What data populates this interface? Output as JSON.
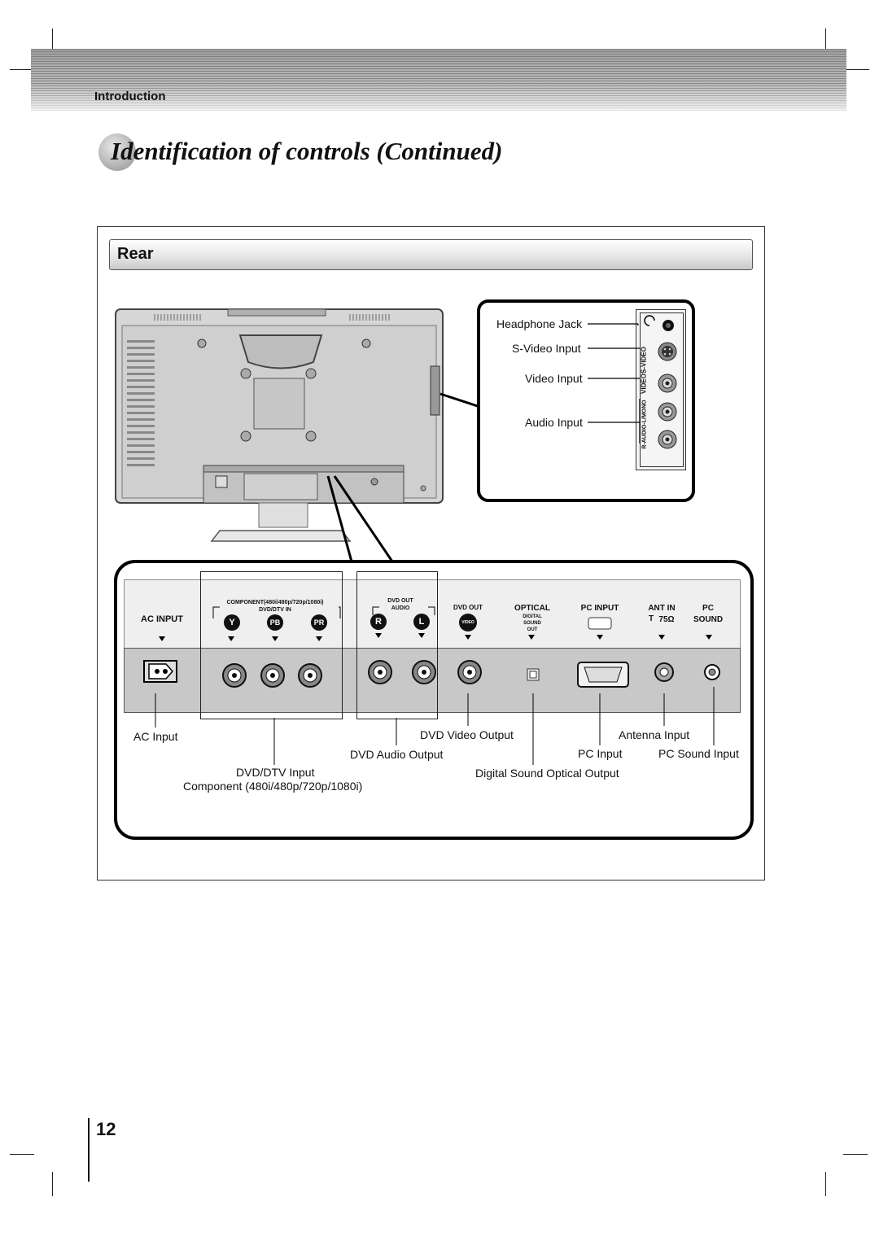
{
  "header": {
    "section": "Introduction"
  },
  "page": {
    "title": "Identification of controls (Continued)",
    "number": "12"
  },
  "section": {
    "label": "Rear"
  },
  "side_panel": {
    "callouts": [
      "Headphone Jack",
      "S-Video Input",
      "Video Input",
      "Audio Input"
    ],
    "jack_labels": {
      "s_video": "S-VIDEO",
      "video": "VIDEO",
      "audio": "R-AUDIO-L/MONO"
    }
  },
  "rear_panel": {
    "ac_input": "AC INPUT",
    "component": "COMPONENT(480i/480p/720p/1080i)",
    "dvd_dtv_in": "DVD/DTV IN",
    "comp_jacks": [
      "Y",
      "PB",
      "PR"
    ],
    "dvd_out_audio_top": "DVD OUT",
    "dvd_out_audio_sub": "AUDIO",
    "audio_jacks": [
      "R",
      "L"
    ],
    "dvd_out": "DVD OUT",
    "video_badge": "VIDEO",
    "optical": "OPTICAL",
    "optical_sub": [
      "DIGITAL",
      "SOUND",
      "OUT"
    ],
    "pc_input": "PC INPUT",
    "ant_in": "ANT IN",
    "ant_ohm": "75Ω",
    "pc": "PC",
    "sound": "SOUND"
  },
  "bottom_labels": {
    "ac_input": "AC Input",
    "dvd_video_output": "DVD Video Output",
    "antenna_input": "Antenna Input",
    "dvd_audio_output": "DVD Audio Output",
    "pc_input": "PC Input",
    "pc_sound_input": "PC Sound Input",
    "dvd_dtv_input": "DVD/DTV Input",
    "digital_sound_optical_output": "Digital Sound Optical Output",
    "component": "Component (480i/480p/720p/1080i)"
  }
}
